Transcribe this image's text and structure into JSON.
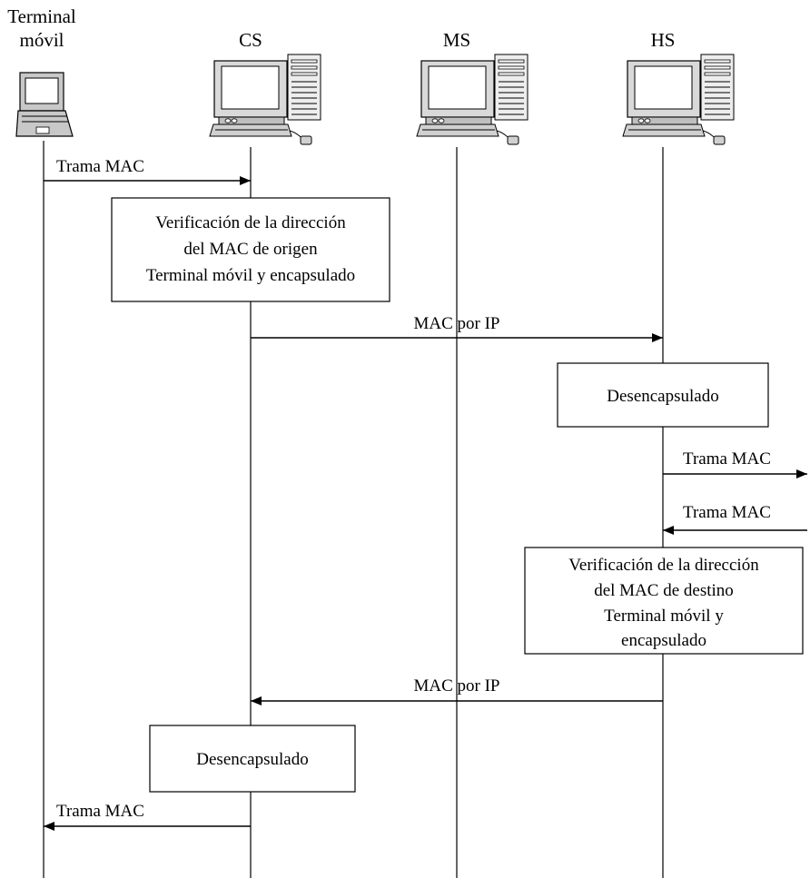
{
  "entities": {
    "terminal": {
      "line1": "Terminal",
      "line2": "móvil"
    },
    "cs": "CS",
    "ms": "MS",
    "hs": "HS"
  },
  "icons": {
    "terminal": "laptop-icon",
    "cs": "computer-icon",
    "ms": "computer-icon",
    "hs": "computer-icon"
  },
  "messages": {
    "m1": "Trama MAC",
    "m2": "MAC por IP",
    "m3": "Trama MAC",
    "m4": "Trama MAC",
    "m5": "MAC por IP",
    "m6": "Trama MAC"
  },
  "boxes": {
    "b1": {
      "line1": "Verificación de la dirección",
      "line2": "del MAC de origen",
      "line3": "Terminal móvil y encapsulado"
    },
    "b2": {
      "line1": "Desencapsulado"
    },
    "b3": {
      "line1": "Verificación de la dirección",
      "line2": "del MAC de destino",
      "line3": "Terminal móvil y",
      "line4": "encapsulado"
    },
    "b4": {
      "line1": "Desencapsulado"
    }
  }
}
